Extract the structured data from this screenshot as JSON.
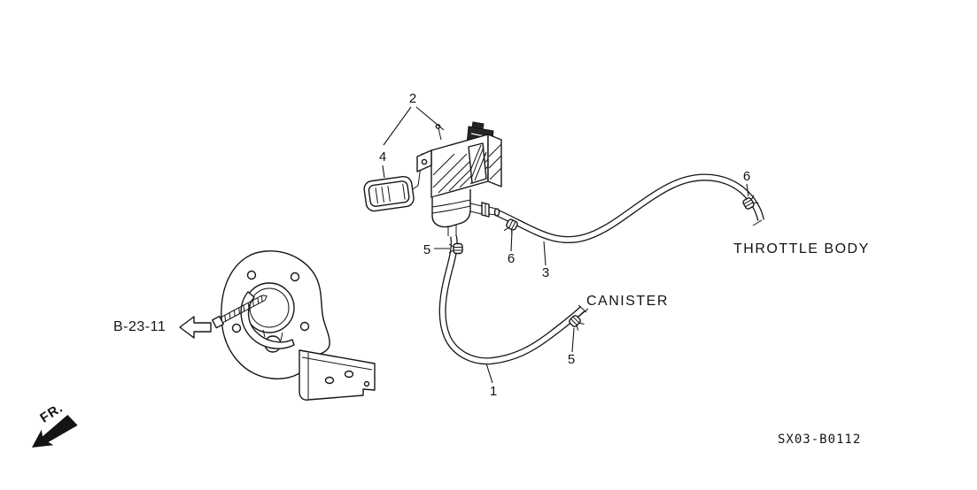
{
  "diagram": {
    "code": "SX03-B0112",
    "throttle_body_label": "THROTTLE BODY",
    "canister_label": "CANISTER",
    "reference_label": "B-23-11",
    "front_label": "FR.",
    "callouts": {
      "c1": "1",
      "c2": "2",
      "c3": "3",
      "c4": "4",
      "c5_upper": "5",
      "c5_lower": "5",
      "c6_hose": "6",
      "c6_throttle": "6"
    }
  }
}
